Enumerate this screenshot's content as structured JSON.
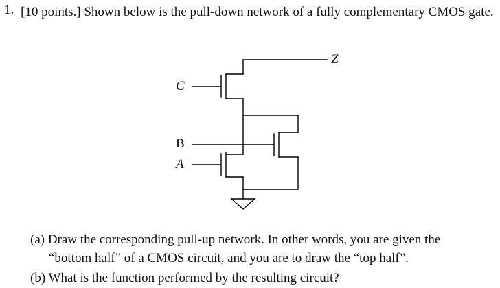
{
  "question": {
    "number": "1.",
    "text": "[10 points.] Shown below is the pull-down network of a fully complementary CMOS gate."
  },
  "circuit": {
    "labels": {
      "output": "Z",
      "c": "C",
      "b": "B",
      "a": "A"
    }
  },
  "subparts": {
    "a_line1": "(a) Draw the corresponding pull-up network. In other words, you are given the",
    "a_line2": "“bottom half” of a CMOS circuit, and you are to draw the “top half”.",
    "b": "(b) What is the function performed by the resulting circuit?"
  }
}
